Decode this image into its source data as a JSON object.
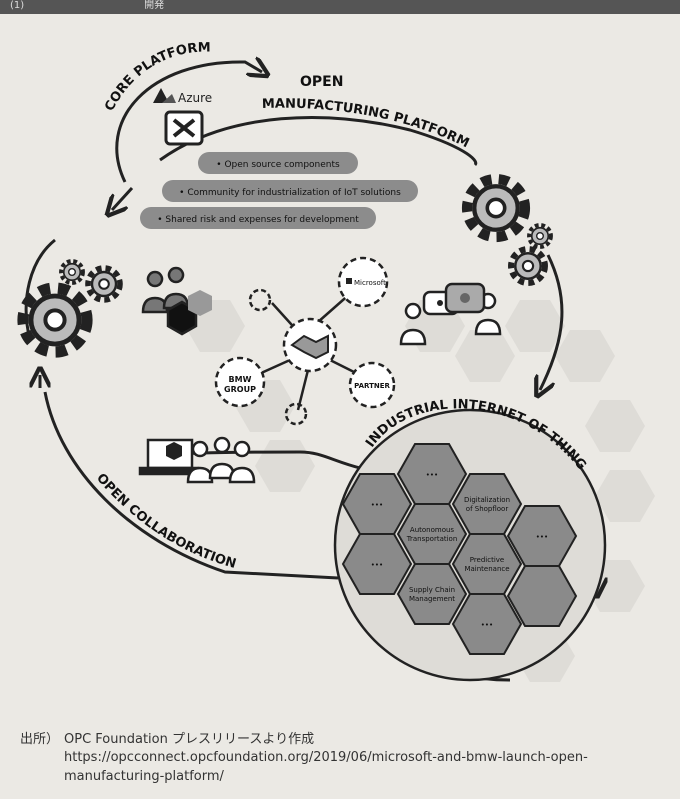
{
  "header": {
    "title_fragment": "(1)　　　　　　　　　　　　開発"
  },
  "diagram": {
    "core_platform": "CORE PLATFORM",
    "azure": "Azure",
    "omp_line1": "OPEN",
    "omp_line2": "MANUFACTURING PLATFORM",
    "pills": [
      "• Open source components",
      "• Community for industrialization of IoT solutions",
      "• Shared risk and expenses for development"
    ],
    "microsoft": "Microsoft",
    "bmw_line1": "BMW",
    "bmw_line2": "GROUP",
    "partner": "PARTNER",
    "iiot": "INDUSTRIAL INTERNET OF THINGS",
    "open_collab": "OPEN COLLABORATION",
    "hex": {
      "dots": "•••",
      "digitalization_1": "Digitalization",
      "digitalization_2": "of Shopfloor",
      "autonomous_1": "Autonomous",
      "autonomous_2": "Transportation",
      "predictive_1": "Predictive",
      "predictive_2": "Maintenance",
      "supply_1": "Supply Chain",
      "supply_2": "Management"
    }
  },
  "footer": {
    "label": "出所）",
    "title": "OPC Foundation プレスリリースより作成",
    "url": "https://opcconnect.opcfoundation.org/2019/06/microsoft-and-bmw-launch-open-manufacturing-platform/"
  }
}
